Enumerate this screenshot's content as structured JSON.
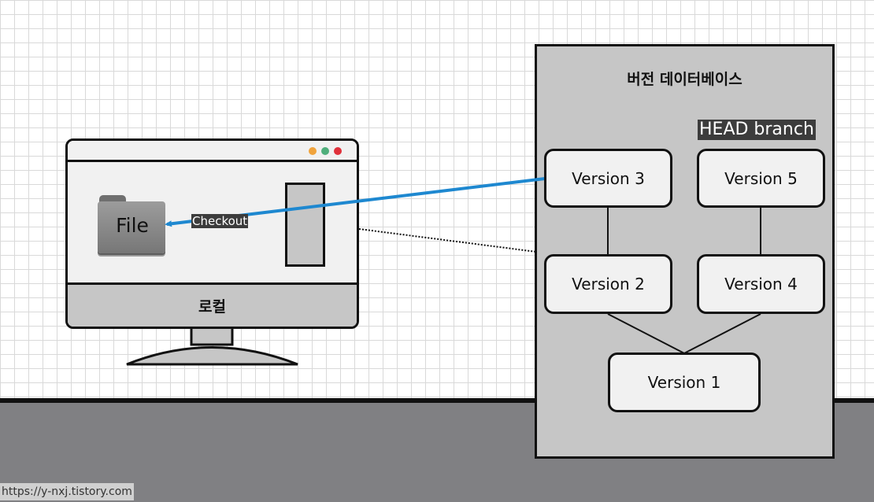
{
  "database": {
    "title": "버전 데이터베이스",
    "head_label": "HEAD branch"
  },
  "versions": {
    "v1": "Version 1",
    "v2": "Version 2",
    "v3": "Version 3",
    "v4": "Version 4",
    "v5": "Version 5"
  },
  "local": {
    "label": "로컬",
    "file_label": "File",
    "checkout_label": "Checkout",
    "window_dots": [
      "#f0a33c",
      "#4fae7b",
      "#e0303a"
    ]
  },
  "colors": {
    "arrow": "#1e88d0",
    "panel": "#c6c6c6",
    "floor": "#808083",
    "node": "#f1f1f1"
  },
  "watermark": "https://y-nxj.tistory.com"
}
